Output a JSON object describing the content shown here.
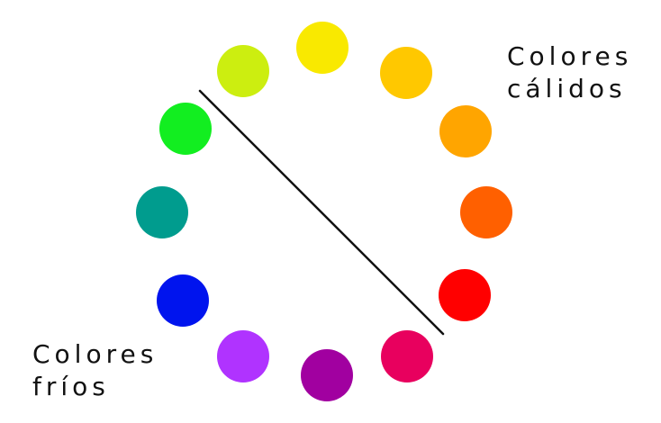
{
  "warm_label": {
    "line1": "Colores",
    "line2": "cálidos"
  },
  "cool_label": {
    "line1": "Colores",
    "line2": "fríos"
  },
  "colors": {
    "yellow": "#F9E900",
    "yellow_orange": "#FFC800",
    "orange_yellow": "#FFA500",
    "orange": "#FF6000",
    "red": "#FF0000",
    "red_violet": "#E8005E",
    "violet": "#A100A0",
    "blue_violet": "#B033FF",
    "blue": "#0014EE",
    "blue_green": "#009C8E",
    "green": "#12EE20",
    "yellow_green": "#CCEE10",
    "divider_line": "#111111"
  }
}
